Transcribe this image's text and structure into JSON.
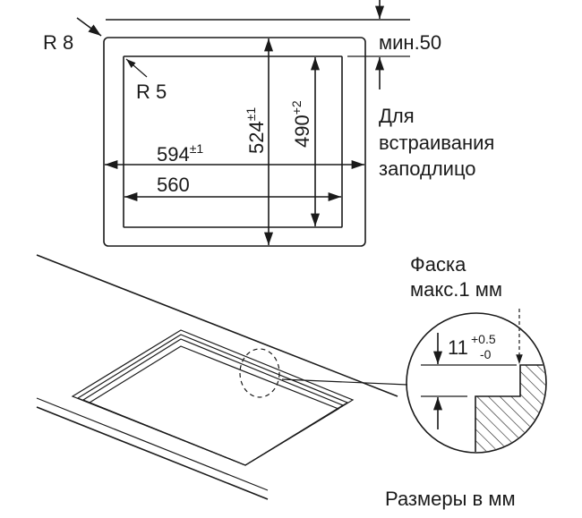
{
  "top_view": {
    "outer_radius": "R 8",
    "inner_radius": "R 5",
    "width_outer": {
      "value": "594",
      "tolerance": "±1"
    },
    "width_inner": {
      "value": "560"
    },
    "depth_outer": {
      "value": "524",
      "tolerance": "±1"
    },
    "depth_inner": {
      "value": "490",
      "tolerance": "+2"
    },
    "min_distance": "мин.50",
    "flush_note": [
      "Для",
      "встраивания",
      "заподлицо"
    ]
  },
  "detail": {
    "chamfer_note": [
      "Фаска",
      "макс.1 мм"
    ],
    "step_depth": {
      "value": "11",
      "upper_tolerance": "+0.5",
      "lower_tolerance": "-0"
    }
  },
  "units_note": "Размеры в мм"
}
